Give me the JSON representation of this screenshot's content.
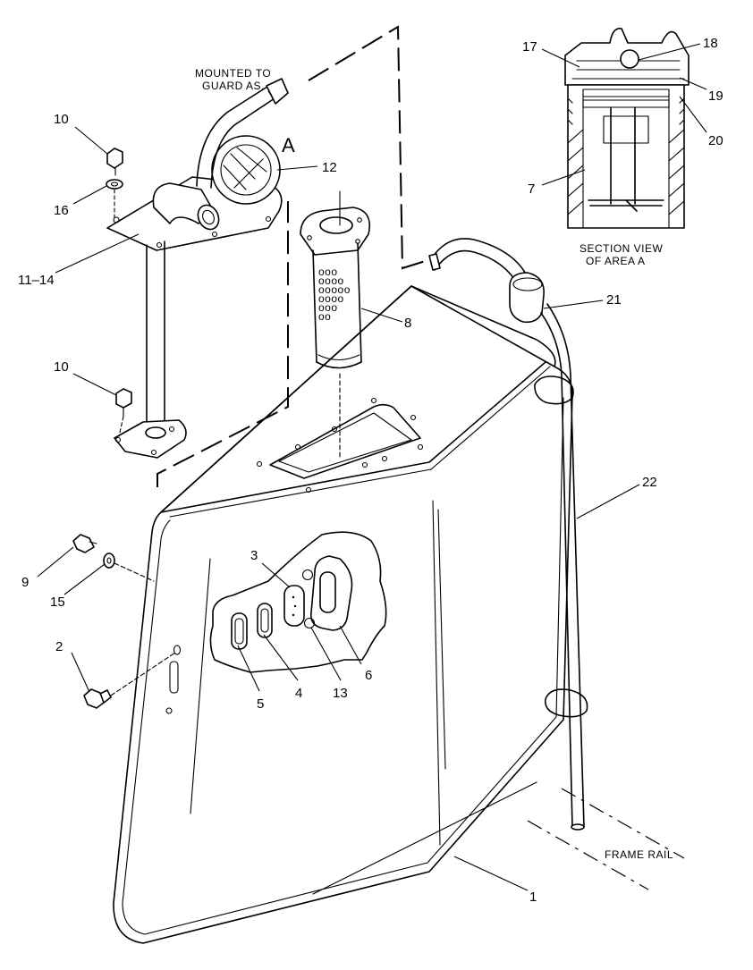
{
  "notes": {
    "mounted_line1": "MOUNTED TO",
    "mounted_line2": "GUARD AS.",
    "section_line1": "SECTION VIEW",
    "section_line2": "OF AREA A",
    "frame_rail": "FRAME RAIL",
    "area_marker": "A"
  },
  "callouts": {
    "c10a": "10",
    "c16": "16",
    "c11_14": "11–14",
    "c12": "12",
    "c10b": "10",
    "c8": "8",
    "c17": "17",
    "c18": "18",
    "c19": "19",
    "c20": "20",
    "c7": "7",
    "c21": "21",
    "c22": "22",
    "c9": "9",
    "c15": "15",
    "c2": "2",
    "c3": "3",
    "c5": "5",
    "c4": "4",
    "c13": "13",
    "c6": "6",
    "c1": "1"
  }
}
